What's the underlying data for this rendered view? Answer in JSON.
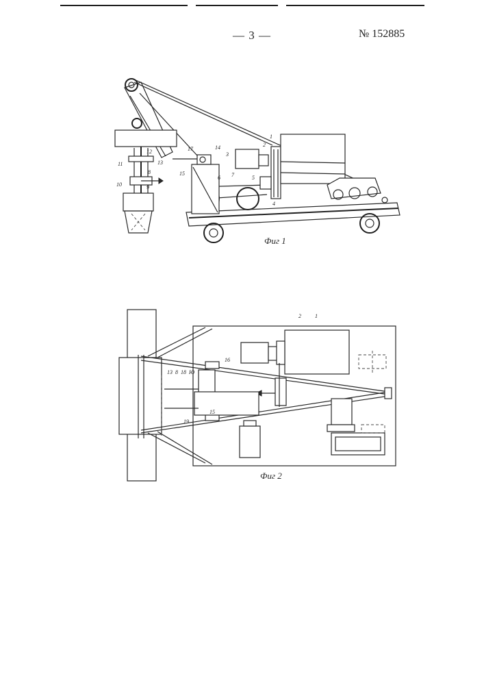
{
  "header": {
    "page_number": "— 3 —",
    "patent_number": "№ 152885"
  },
  "figures": {
    "fig1": {
      "caption": "Фиг 1",
      "labels": [
        "1",
        "2",
        "3",
        "4",
        "5",
        "6",
        "7",
        "8",
        "9",
        "10",
        "11",
        "12",
        "13",
        "14",
        "15",
        "17"
      ]
    },
    "fig2": {
      "caption": "Фиг 2",
      "labels": [
        "1",
        "2",
        "13",
        "8",
        "18",
        "Ю",
        "16",
        "15",
        "19"
      ]
    }
  }
}
